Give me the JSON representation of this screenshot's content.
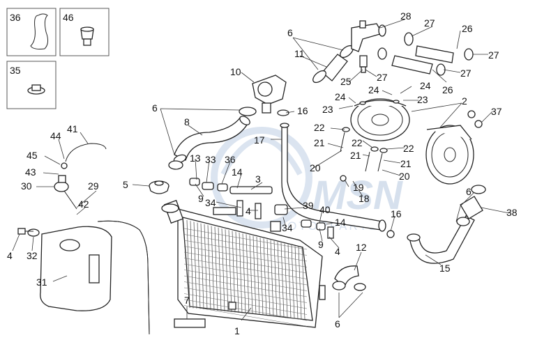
{
  "watermark": {
    "main": "MSN",
    "sub": "MOTORPARTS"
  },
  "inset_boxes": [
    {
      "id": "box-36",
      "label": "36"
    },
    {
      "id": "box-46",
      "label": "46"
    },
    {
      "id": "box-35",
      "label": "35"
    }
  ],
  "callouts": [
    "28",
    "27",
    "26",
    "27",
    "27",
    "26",
    "6",
    "11",
    "27",
    "25",
    "24",
    "24",
    "24",
    "23",
    "23",
    "10",
    "16",
    "2",
    "37",
    "6",
    "8",
    "22",
    "21",
    "22",
    "21",
    "22",
    "21",
    "20",
    "20",
    "17",
    "13",
    "33",
    "36",
    "14",
    "3",
    "9",
    "34",
    "4",
    "19",
    "18",
    "39",
    "40",
    "14",
    "34",
    "9",
    "4",
    "16",
    "12",
    "15",
    "6",
    "38",
    "5",
    "41",
    "44",
    "45",
    "43",
    "30",
    "29",
    "42",
    "4",
    "32",
    "31",
    "7",
    "1",
    "6"
  ]
}
